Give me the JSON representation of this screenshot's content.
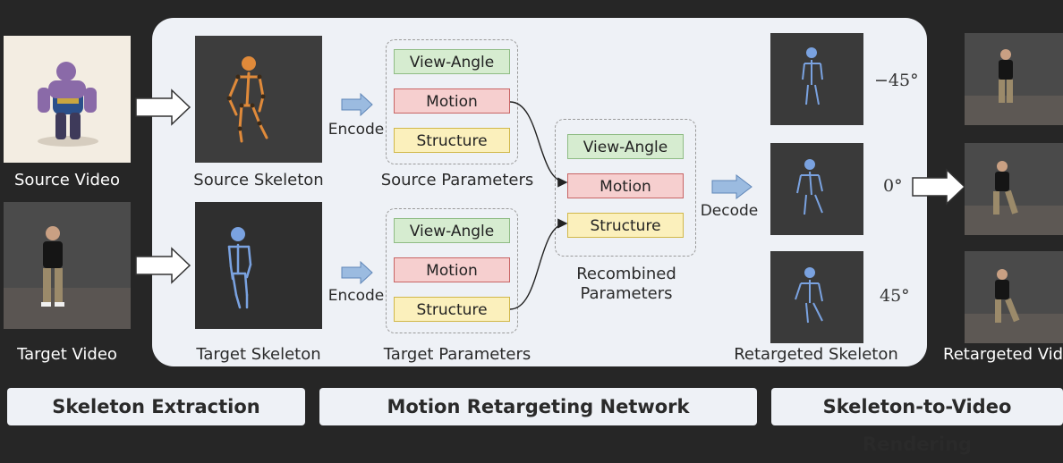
{
  "labels": {
    "source_video": "Source Video",
    "target_video": "Target Video",
    "retargeted_video": "Retargeted Video",
    "source_skeleton": "Source Skeleton",
    "target_skeleton": "Target Skeleton",
    "source_parameters": "Source Parameters",
    "target_parameters": "Target Parameters",
    "recombined_parameters_line1": "Recombined",
    "recombined_parameters_line2": "Parameters",
    "retargeted_skeleton": "Retargeted Skeleton",
    "encode_top": "Encode",
    "encode_bottom": "Encode",
    "decode": "Decode"
  },
  "source_params": {
    "view_angle": "View-Angle",
    "motion": "Motion",
    "structure": "Structure"
  },
  "target_params": {
    "view_angle": "View-Angle",
    "motion": "Motion",
    "structure": "Structure"
  },
  "recombined_params": {
    "view_angle": "View-Angle",
    "motion": "Motion",
    "structure": "Structure"
  },
  "angles": [
    "−45°",
    "0°",
    "45°"
  ],
  "stages": {
    "skeleton_extraction": "Skeleton Extraction",
    "motion_retargeting_network": "Motion Retargeting Network",
    "skeleton_to_video_rendering": "Skeleton-to-Video Rendering"
  },
  "colors": {
    "background": "#262626",
    "panel": "#eef1f6",
    "view_angle_fill": "#d6ecd0",
    "motion_fill": "#f6cfcf",
    "structure_fill": "#fbf0bc",
    "encode_arrow": "#9bbbe0",
    "source_skeleton": "#e08a3a",
    "target_skeleton": "#7aa2e0"
  }
}
